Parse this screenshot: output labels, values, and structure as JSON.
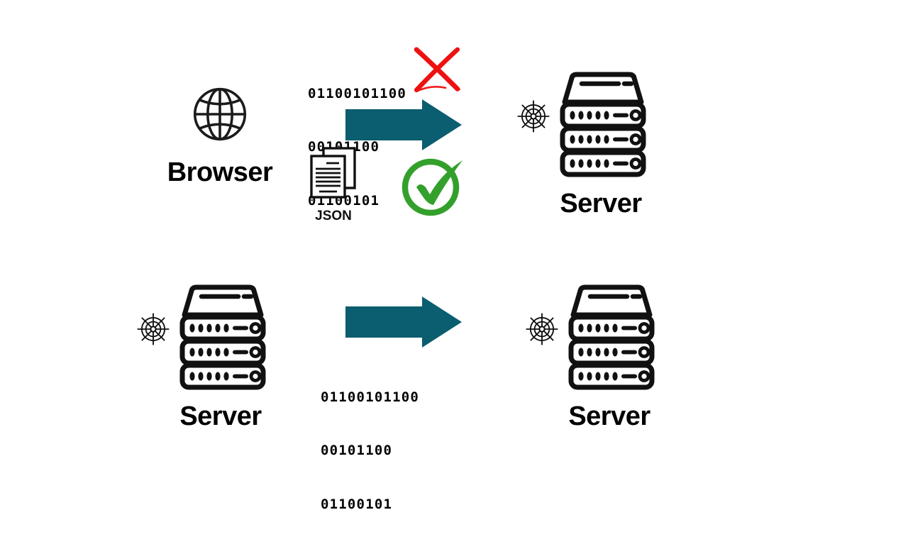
{
  "diagram": {
    "title": "Browser to Server JSON vs Binary Serialization",
    "colors": {
      "arrow_teal": "#0B5D70",
      "check_green": "#33A02C",
      "cross_red": "#EE1111",
      "icon_black": "#111111",
      "background": "#FFFFFF"
    },
    "binary_text": {
      "line1": "01100101100",
      "line2": "00101100",
      "line3": "01100101"
    },
    "nodes": [
      {
        "id": "browser",
        "label": "Browser",
        "icon": "globe-icon"
      },
      {
        "id": "server-top-right",
        "label": "Server",
        "icon": "server-rack-icon"
      },
      {
        "id": "server-bottom-left",
        "label": "Server",
        "icon": "server-rack-icon"
      },
      {
        "id": "server-bottom-right",
        "label": "Server",
        "icon": "server-rack-icon"
      }
    ],
    "payload": {
      "label": "JSON",
      "icon": "documents-stack-icon"
    },
    "markers": {
      "reject": "cross-mark-icon",
      "accept": "check-mark-icon"
    },
    "arrows": [
      {
        "id": "arrow-top",
        "direction": "right",
        "from": "browser",
        "to": "server-top-right"
      },
      {
        "id": "arrow-bottom",
        "direction": "right",
        "from": "server-bottom-left",
        "to": "server-bottom-right"
      }
    ]
  }
}
